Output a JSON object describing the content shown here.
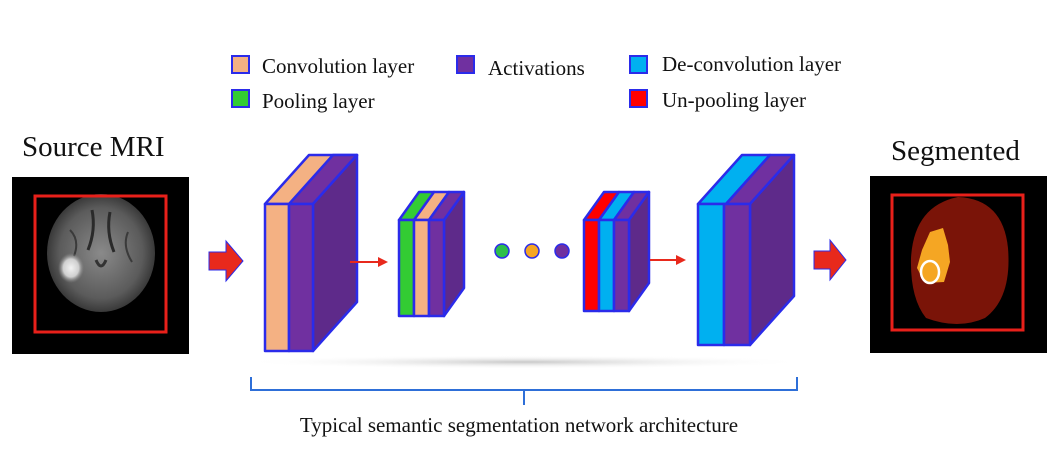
{
  "legend": {
    "items": [
      {
        "key": "convolution",
        "label": "Convolution layer",
        "color": "#F4B183"
      },
      {
        "key": "activations",
        "label": "Activations",
        "color": "#7030A0"
      },
      {
        "key": "deconvolution",
        "label": "De-convolution layer",
        "color": "#00B0F0"
      },
      {
        "key": "pooling",
        "label": "Pooling layer",
        "color": "#33CC33"
      },
      {
        "key": "unpooling",
        "label": "Un-pooling layer",
        "color": "#FF0000"
      }
    ]
  },
  "source": {
    "title": "Source MRI"
  },
  "output": {
    "title": "Segmented"
  },
  "caption": "Typical semantic segmentation network architecture",
  "colors": {
    "outline": "#2B2BEA",
    "arrow_red": "#E8291C",
    "frame_red": "#E8201A",
    "dot_green": "#2DBE4B",
    "dot_orange": "#F5A623",
    "dot_purple": "#7030A0",
    "bracket": "#2E6FD8",
    "tissue_dark": "#7A1408",
    "tumor_orange": "#F5A623"
  }
}
